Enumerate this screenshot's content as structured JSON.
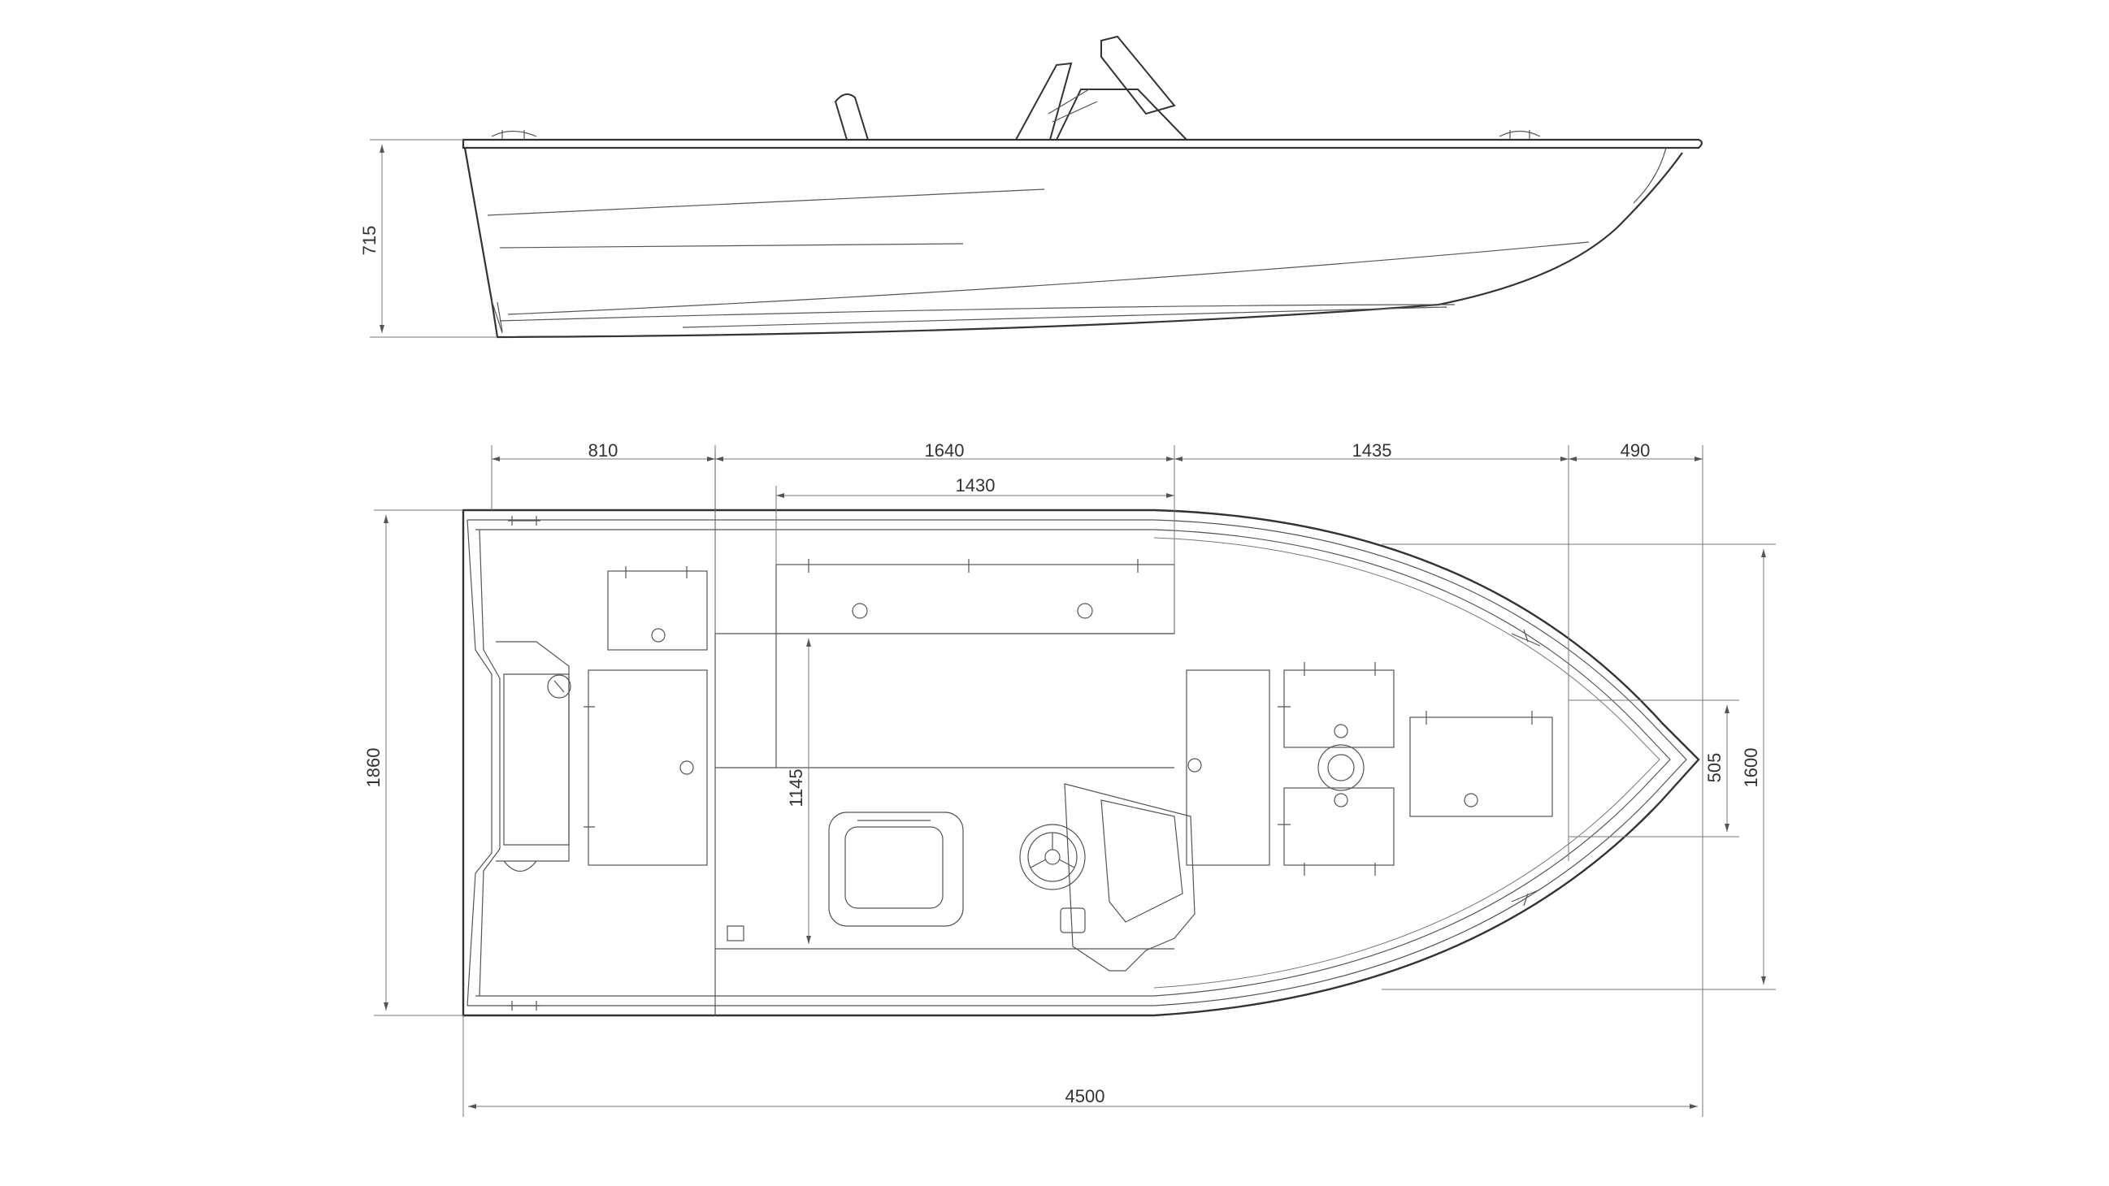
{
  "side_view": {
    "height_label": "715"
  },
  "top_view": {
    "dimensions": {
      "stern_section": "810",
      "middle_section": "1640",
      "bow_section": "1435",
      "bow_tip": "490",
      "front_bench": "1430",
      "beam": "1860",
      "inner_beam": "1600",
      "bow_width": "505",
      "cockpit_length": "1145",
      "overall_length": "4500"
    }
  },
  "colors": {
    "line": "#333333",
    "dimension": "#555555",
    "background": "#ffffff"
  }
}
